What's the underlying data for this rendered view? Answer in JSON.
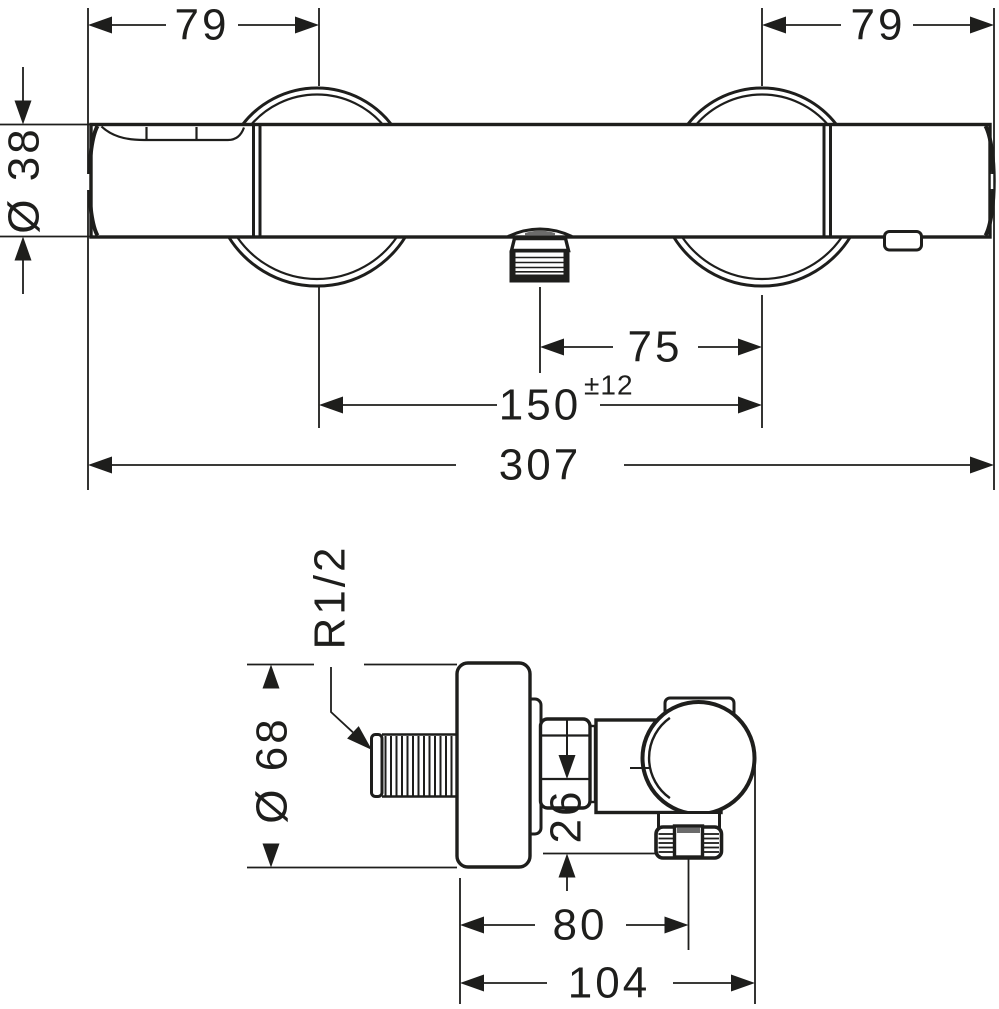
{
  "colors": {
    "ink": "#1e1e1c",
    "paper": "#ffffff"
  },
  "views": {
    "top": {
      "dims": {
        "left_offset": {
          "label": "79"
        },
        "right_offset": {
          "label": "79"
        },
        "body_diameter": {
          "label": "Ø 38"
        },
        "outlet_to_axis": {
          "label": "75"
        },
        "axis_spacing": {
          "label": "150",
          "tolerance": "±12"
        },
        "overall_width": {
          "label": "307"
        }
      }
    },
    "side": {
      "dims": {
        "escutcheon_diameter": {
          "label": "Ø 68"
        },
        "wall_thread": {
          "label": "R1/2"
        },
        "outlet_drop": {
          "label": "26"
        },
        "hose_outlet_depth": {
          "label": "80"
        },
        "overall_depth": {
          "label": "104"
        }
      }
    }
  }
}
